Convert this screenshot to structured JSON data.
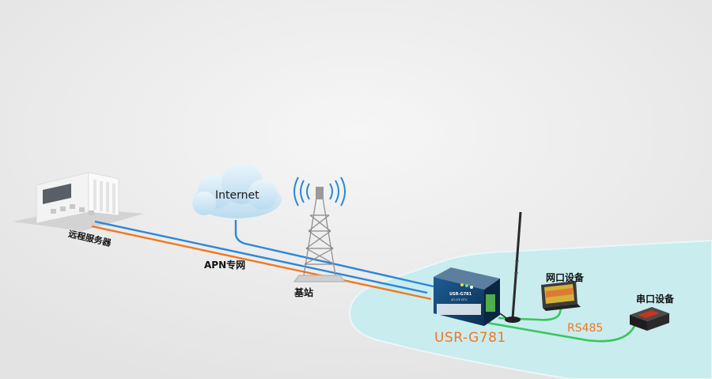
{
  "labels": {
    "server": "远程服务器",
    "internet": "Internet",
    "apn": "APN专网",
    "base_station": "基站",
    "network_device": "网口设备",
    "serial_device": "串口设备",
    "rs485": "RS485",
    "model": "USR-G781"
  },
  "device_text": {
    "title": "USR-G781",
    "subtitle": "4G LTE DTU"
  },
  "colors": {
    "background": "#ececec",
    "platform": "#c9ecee",
    "cellular_line": "#2b87d8",
    "apn_line": "#f07820",
    "ethernet_rs485_line": "#35c85a",
    "accent_text": "#f07820"
  }
}
